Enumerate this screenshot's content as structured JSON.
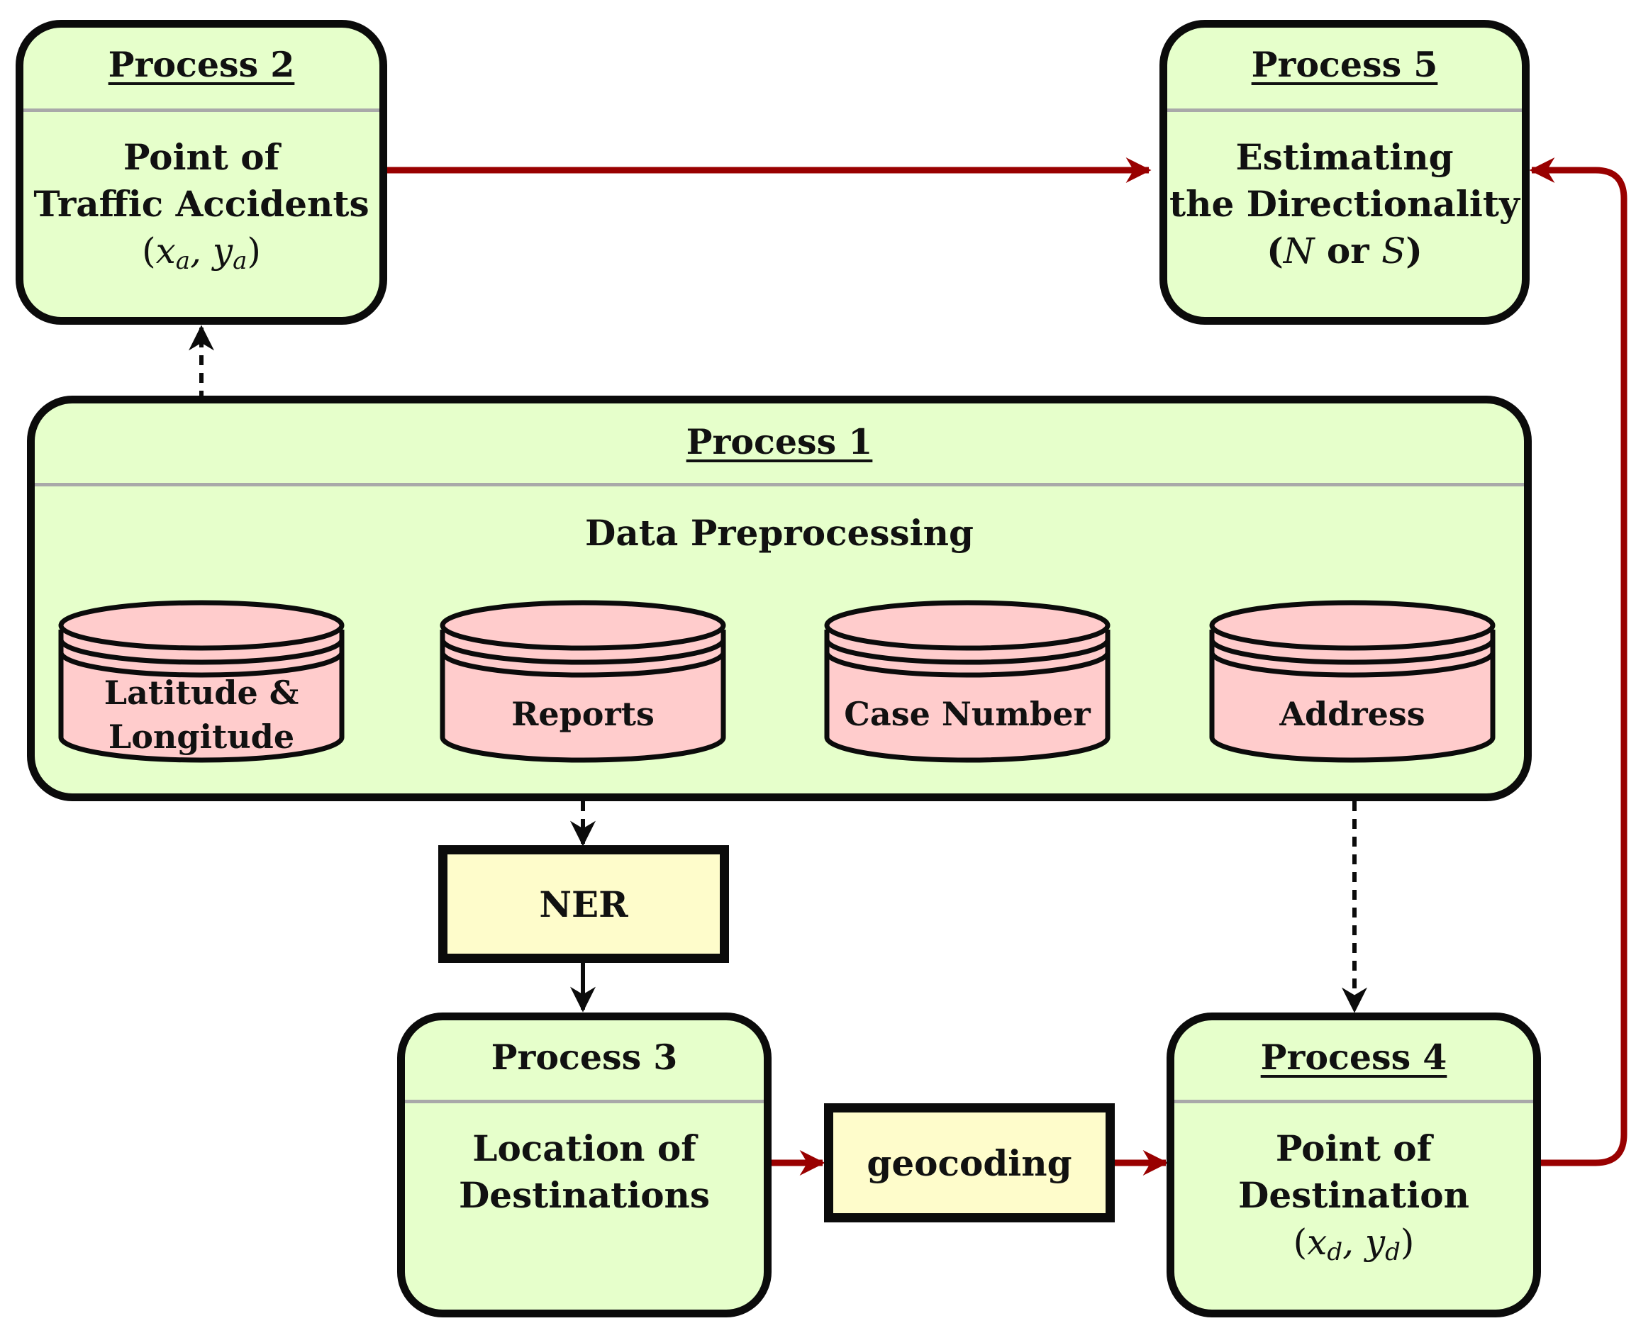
{
  "process2": {
    "title": "Process 2",
    "body": [
      "Point of",
      "Traffic Accidents"
    ],
    "coord": {
      "x": "x",
      "y": "y",
      "sub": "a"
    }
  },
  "process5": {
    "title": "Process 5",
    "body": [
      "Estimating",
      "the Directionality"
    ],
    "dir": {
      "open": "(",
      "n": "N",
      "or": " or ",
      "s": "S",
      "close": ")"
    }
  },
  "process1": {
    "title": "Process 1",
    "subtitle": "Data Preprocessing",
    "databases": [
      {
        "label_lines": [
          "Latitude &",
          "Longitude"
        ]
      },
      {
        "label_lines": [
          "Reports"
        ]
      },
      {
        "label_lines": [
          "Case Number"
        ]
      },
      {
        "label_lines": [
          "Address"
        ]
      }
    ]
  },
  "ner": {
    "label": "NER"
  },
  "geocoding": {
    "label": "geocoding"
  },
  "process3": {
    "title": "Process 3",
    "body": [
      "Location of",
      "Destinations"
    ]
  },
  "process4": {
    "title": "Process 4",
    "body": [
      "Point of",
      "Destination"
    ],
    "coord": {
      "x": "x",
      "y": "y",
      "sub": "d"
    }
  },
  "colors": {
    "process_fill": "#e6ffcb",
    "database_fill": "#ffcccc",
    "op_fill": "#fefccb",
    "red_arrow": "#990000",
    "separator": "#a9a9a9"
  }
}
